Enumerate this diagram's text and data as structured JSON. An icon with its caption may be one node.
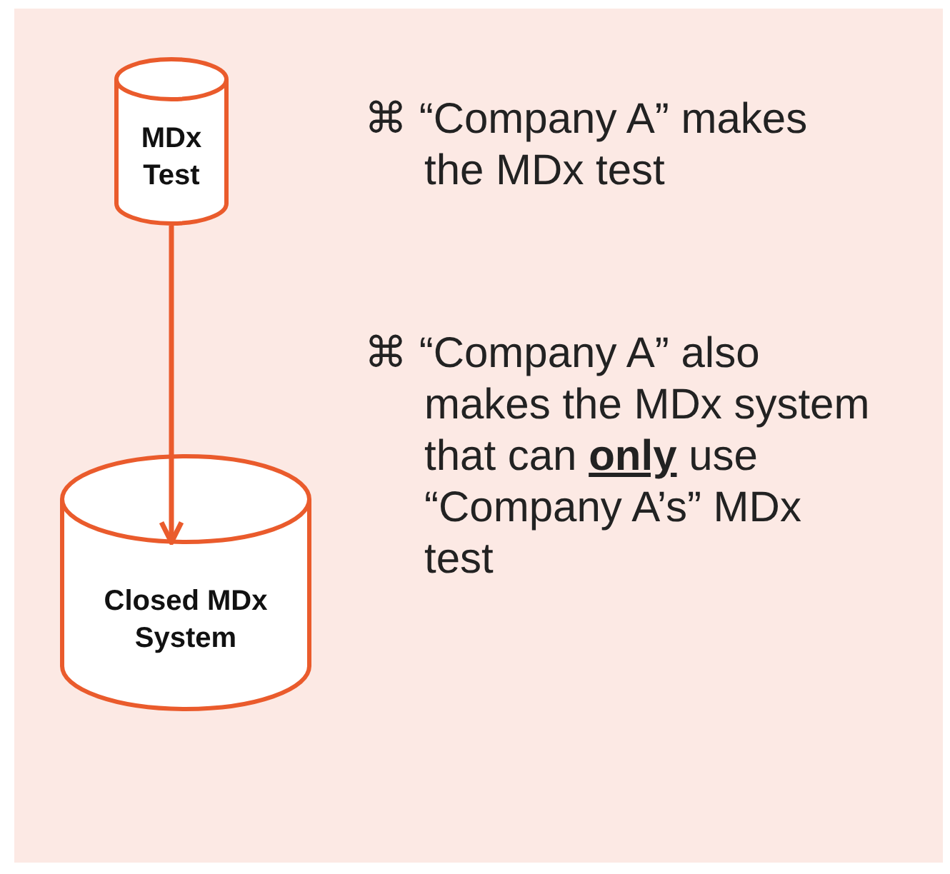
{
  "diagram": {
    "nodes": [
      {
        "text": [
          "MDx Test"
        ]
      },
      {
        "text": [
          "Closed MDx System"
        ]
      }
    ],
    "edges": [
      {
        "from": 0,
        "to": 1,
        "arrow": "to"
      }
    ],
    "labels": [
      "⌘ “Company A” makes the MDx test",
      "⌘ “Company A” also makes the MDx system that can **only** use “Company A’s” MDx test"
    ]
  }
}
